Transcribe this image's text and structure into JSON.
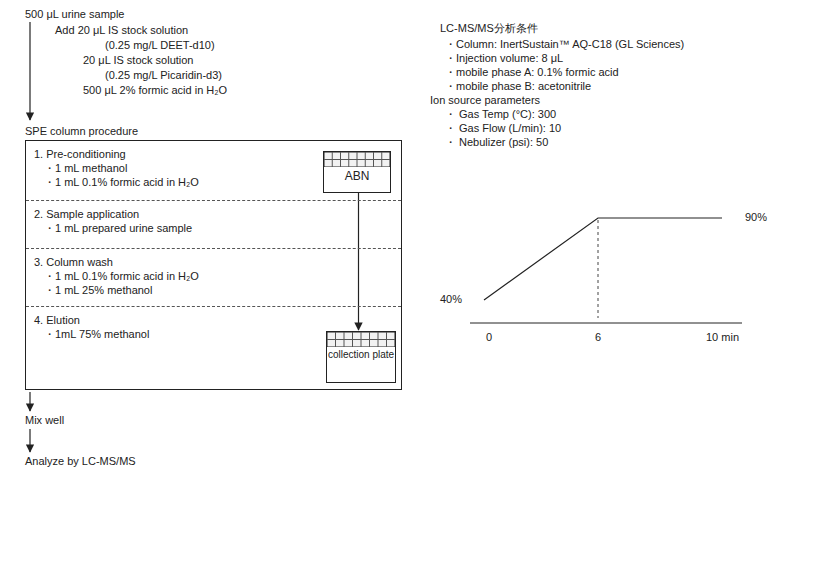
{
  "diagram": {
    "nodes": [
      {
        "text": [
          "SPE column procedure"
        ]
      },
      {
        "text": [
          "1. Pre-conditioning",
          "・1 mL methanol",
          "・1 mL 0.1% formic acid in H₂O"
        ],
        "in": 0
      },
      {
        "text": [
          "ABN"
        ],
        "in": 0
      },
      {
        "text": [
          "2. Sample application",
          "・1 mL prepared urine sample"
        ],
        "in": 0
      },
      {
        "text": [
          "3. Column wash",
          "・1 mL 0.1% formic acid in H₂O",
          "・1 mL 25% methanol"
        ],
        "in": 0
      },
      {
        "text": [
          "4. Elution",
          "・1mL 75% methanol"
        ],
        "in": 0
      },
      {
        "text": [
          "collection plate"
        ],
        "in": 0
      }
    ],
    "edges": [
      {
        "from": 2,
        "to": 6,
        "arrow": "to"
      }
    ],
    "labels": [
      "500 μL urine sample",
      "Add 20 μL IS stock solution",
      "(0.25 mg/L DEET-d10)",
      "20 μL IS stock solution",
      "(0.25 mg/L Picaridin-d3)",
      "500 μL 2% formic acid in H₂O",
      "Mix well",
      "Analyze by LC-MS/MS",
      "LC-MS/MS分析条件",
      "・Column: InertSustain™ AQ-C18 (GL Sciences)",
      "・Injection volume: 8 μL",
      "・mobile phase A: 0.1% formic acid",
      "・mobile phase B: acetonitrile",
      "Ion source parameters",
      "・ Gas Temp (°C): 300",
      "・ Gas Flow (L/min): 10",
      "・ Nebulizer (psi): 50",
      "90%",
      "40%",
      "0",
      "6",
      "10 min"
    ]
  }
}
